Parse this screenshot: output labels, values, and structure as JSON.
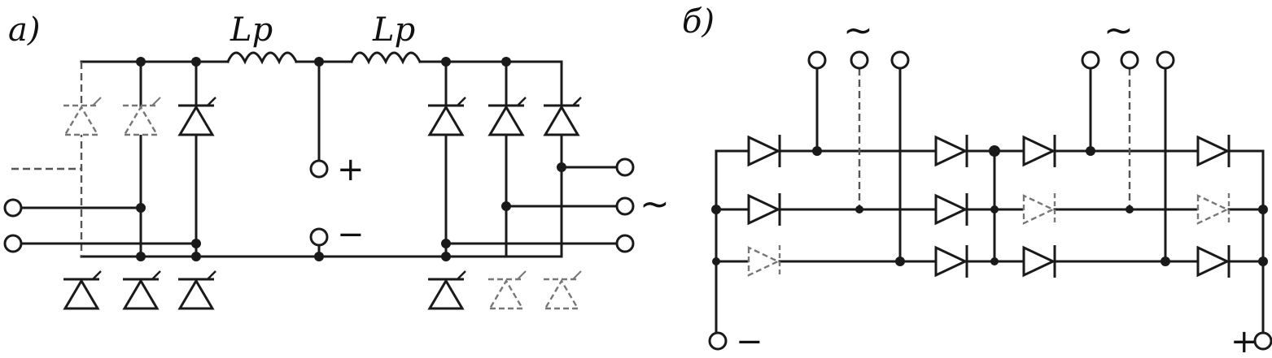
{
  "figure_a": {
    "panel_label": "а)",
    "inductor_labels": [
      "Lр",
      "Lр"
    ],
    "plus": "+",
    "minus": "−",
    "ac_symbol": "~"
  },
  "figure_b": {
    "panel_label": "б)",
    "ac_symbols": [
      "~",
      "~"
    ],
    "minus": "−",
    "plus": "+"
  }
}
